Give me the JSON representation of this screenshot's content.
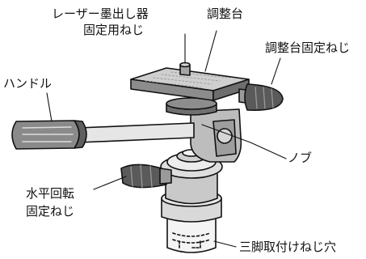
{
  "labels": {
    "laser_mount_screw": [
      "レーザー墨出し器",
      "固定用ねじ"
    ],
    "mount_plate": "調整台",
    "mount_plate_lock_knob": "調整台固定ねじ",
    "handle": "ハンドル",
    "knob": "ノブ",
    "horizontal_rotation_lock": [
      "水平回転",
      "固定ねじ"
    ],
    "tripod_mount_hole": "三脚取付けねじ穴"
  }
}
